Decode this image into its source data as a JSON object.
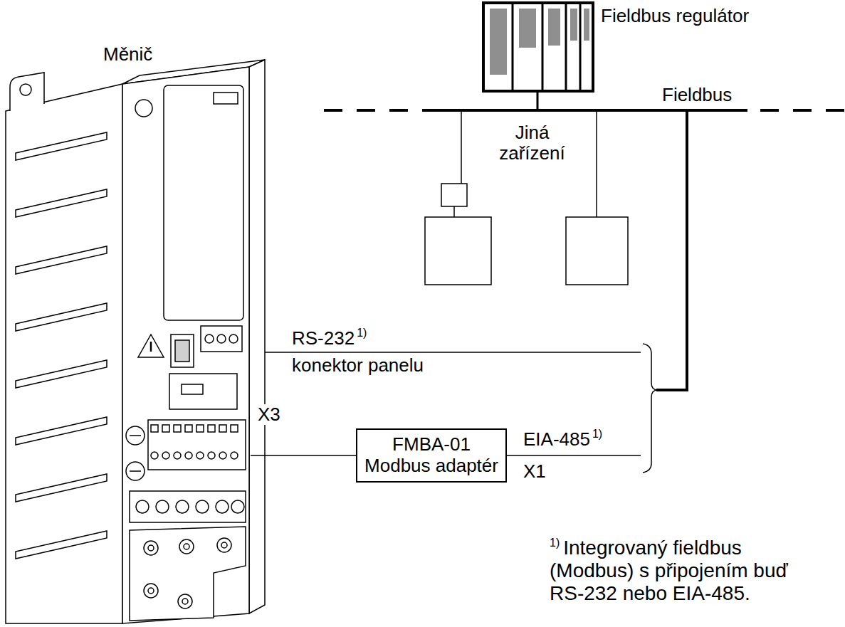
{
  "diagram": {
    "nodes": [
      {
        "text": [
          "Fieldbus regulátor"
        ]
      },
      {
        "text": [
          "Měnič"
        ]
      },
      {
        "text": [
          "FMBA-01",
          "Modbus adaptér"
        ]
      }
    ],
    "edges": [
      {
        "from": 1,
        "to": 2,
        "arrow": "none",
        "label": "X3"
      }
    ],
    "labels": [
      "Fieldbus",
      "Jiná zařízení",
      "RS-232",
      "1)",
      "konektor panelu",
      "EIA-485",
      "1)",
      "X1",
      "1)",
      "Integrovaný fieldbus (Modbus) s připojením buď RS-232 nebo EIA-485."
    ]
  }
}
